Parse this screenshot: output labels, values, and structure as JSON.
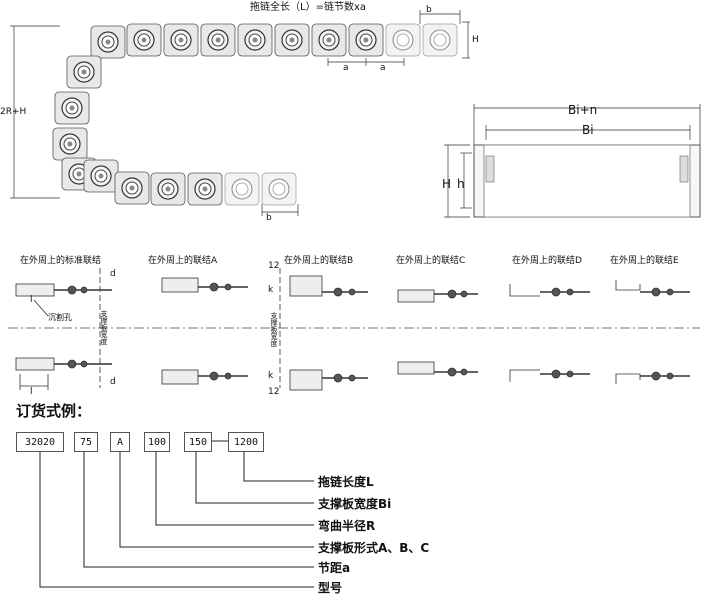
{
  "header": {
    "title": "拖链全长（L）=链节数xa"
  },
  "chain_dims": {
    "b_top": "b",
    "h_label": "H",
    "a_left": "a",
    "a_right": "a",
    "radius_label": "2R+H",
    "b_bottom": "b"
  },
  "section_dims": {
    "bi_n": "Bi+n",
    "bi": "Bi",
    "big_h": "H",
    "small_h": "h"
  },
  "connections": [
    "在外周上的标准联结",
    "在外周上的联结A",
    "在外周上的联结B",
    "在外周上的联结C",
    "在外周上的联结D",
    "在外周上的联结E"
  ],
  "detail_labels": {
    "d_top": "d",
    "d_bottom": "d",
    "k_top": "k",
    "k_bottom": "k",
    "n12_top": "12",
    "n12_bottom": "12",
    "l_top": "l",
    "l_bottom": "l",
    "hole": "沉割孔",
    "line_label": "支撑板宽度",
    "line_label_b": "支撑板宽度"
  },
  "order": {
    "heading": "订货式例：",
    "codes": [
      "32020",
      "75",
      "A",
      "100",
      "150",
      "1200"
    ],
    "legend": [
      "拖链长度L",
      "支撑板宽度Bi",
      "弯曲半径R",
      "支撑板形式A、B、C",
      "节距a",
      "型号"
    ]
  }
}
